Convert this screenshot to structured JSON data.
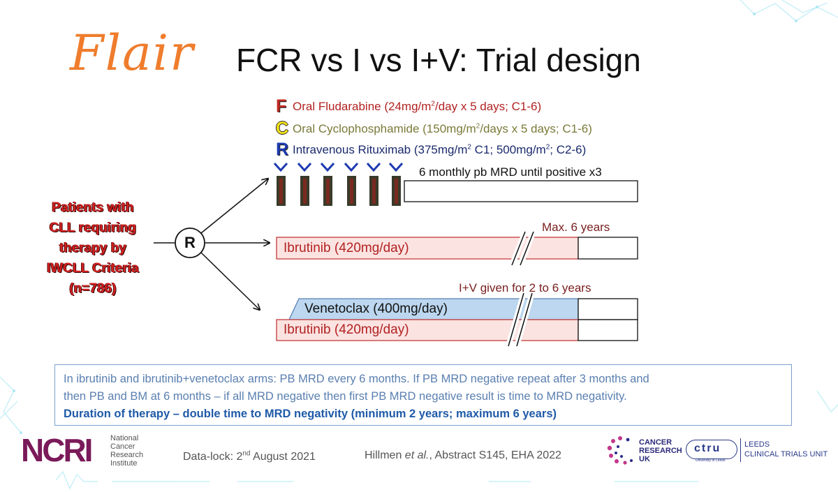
{
  "title": {
    "brand": "Flair",
    "text": "FCR vs I vs I+V: Trial design"
  },
  "drugs": [
    {
      "letter": "F",
      "pre": "Oral Fludarabine (24mg/m",
      "sup": "2",
      "post": "/day x 5 days; C1-6)"
    },
    {
      "letter": "C",
      "pre": "Oral Cyclophosphamide (150mg/m",
      "sup": "2",
      "post": "/days x 5 days; C1-6)"
    },
    {
      "letter": "R",
      "pre": "Intravenous Rituximab (375mg/m",
      "sup": "2",
      "mid": " C1; 500mg/m",
      "sup2": "2",
      "post": "; C2-6)"
    }
  ],
  "patients": {
    "lines": [
      "Patients with",
      "CLL requiring",
      "therapy by",
      "IWCLL Criteria",
      "(n=786)"
    ]
  },
  "randomise_label": "R",
  "arms": {
    "fcr": {
      "mrd_label": "6 monthly pb MRD until positive x3"
    },
    "ibrutinib": {
      "label": "Ibrutinib (420mg/day)",
      "annotation": "Max. 6 years"
    },
    "iv": {
      "annotation": "I+V given for 2 to 6 years",
      "venetoclax_label": "Venetoclax (400mg/day)",
      "ibrutinib_label": "Ibrutinib (420mg/day)"
    }
  },
  "note": {
    "line1": "In ibrutinib and ibrutinib+venetoclax arms: PB MRD every 6 months. If PB MRD negative repeat after 3 months and",
    "line2": "then PB and BM at 6 months – if all MRD negative then first PB MRD negative result is time to MRD negativity.",
    "line3": "Duration of therapy – double time to MRD negativity (minimum 2 years; maximum 6 years)"
  },
  "footer": {
    "ncri_logo": "NCRI",
    "ncri_lines": [
      "National",
      "Cancer",
      "Research",
      "Institute"
    ],
    "datalock_pre": "Data-lock: 2",
    "datalock_sup": "nd",
    "datalock_post": " August 2021",
    "citation_author": "Hillmen ",
    "citation_etal": "et al.",
    "citation_rest": ", Abstract S145, EHA 2022",
    "cruk_lines": [
      "CANCER",
      "RESEARCH",
      "UK"
    ],
    "ctru": "ctru",
    "ctru_sub": "University of Leeds",
    "leeds_lines": [
      "LEEDS",
      "CLINICAL TRIALS UNIT"
    ]
  },
  "colors": {
    "brand_orange": "#ef7d2d",
    "fludarabine": "#b22222",
    "cyclophosphamide": "#7a7a3a",
    "rituximab": "#1a2a6c",
    "patients_red": "#d42020",
    "ibrutinib_fill": "#fbe3e1",
    "ibrutinib_border": "#c23b3b",
    "venetoclax_fill": "#bcd7ef",
    "note_border": "#7aa0cc"
  }
}
